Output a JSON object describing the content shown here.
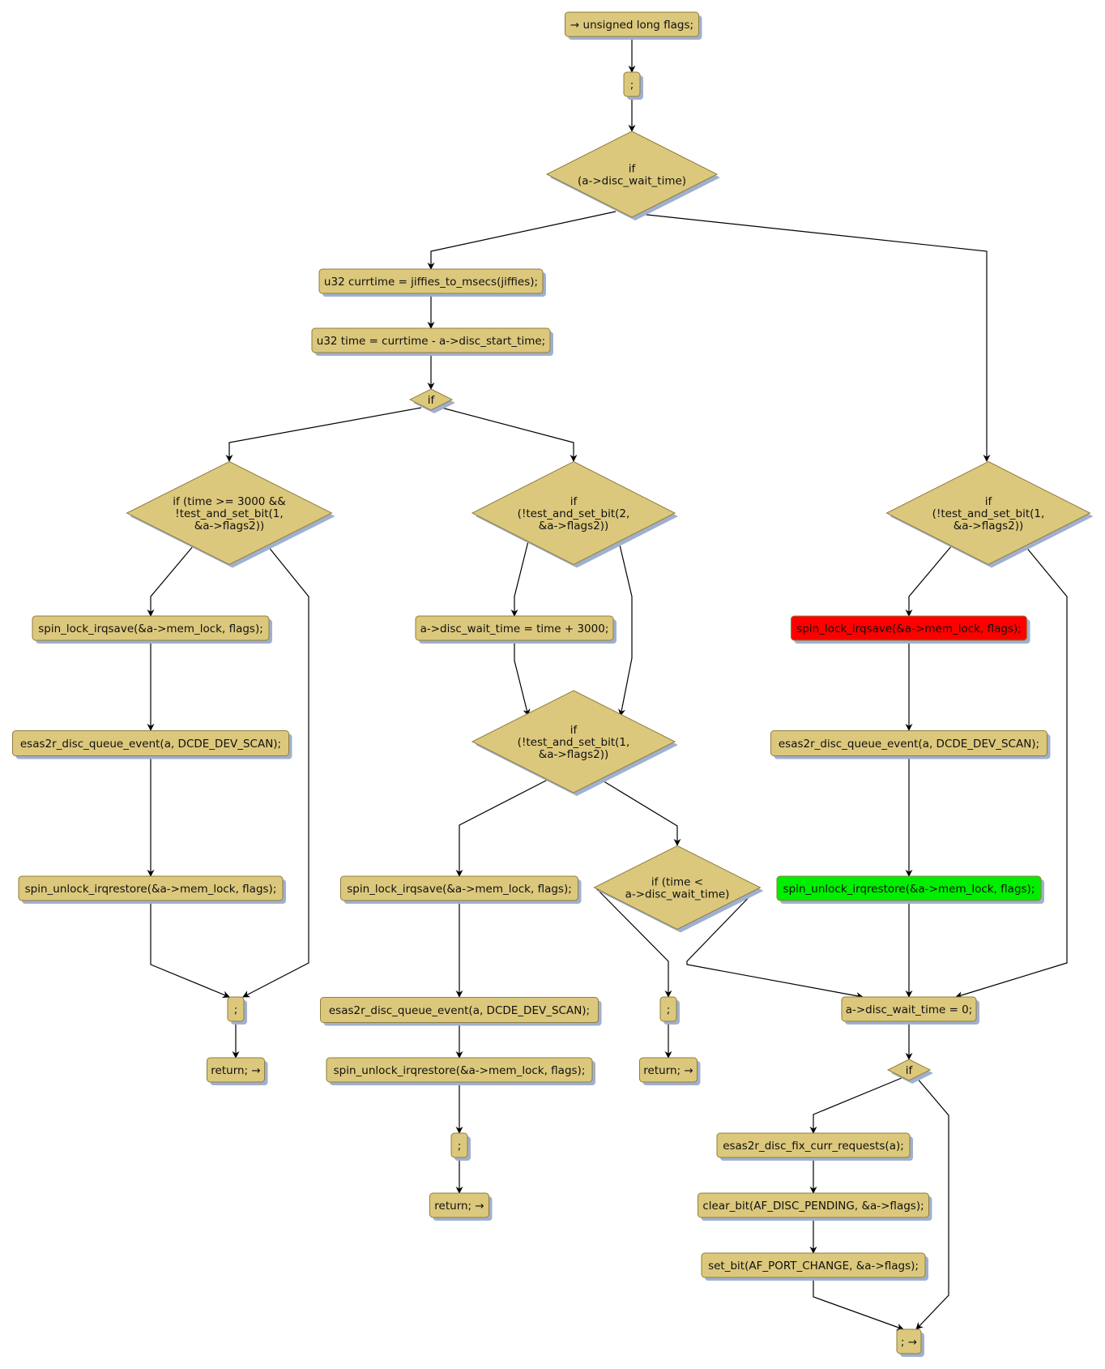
{
  "colors": {
    "node_fill": "#dcc87c",
    "highlight_red": "#ff0000",
    "highlight_green": "#00ee00",
    "edge": "#000000"
  },
  "nodes": [
    {
      "id": "n_flags",
      "kind": "box",
      "lines": [
        "→ unsigned long flags;"
      ]
    },
    {
      "id": "n_semi_top",
      "kind": "box",
      "lines": [
        ";"
      ]
    },
    {
      "id": "n_if_wait",
      "kind": "diamond",
      "lines": [
        "if",
        "(a->disc_wait_time)"
      ]
    },
    {
      "id": "n_currtime",
      "kind": "box",
      "lines": [
        "u32 currtime = jiffies_to_msecs(jiffies);"
      ]
    },
    {
      "id": "n_time",
      "kind": "box",
      "lines": [
        "u32 time = currtime - a->disc_start_time;"
      ]
    },
    {
      "id": "n_if_small",
      "kind": "diamond",
      "lines": [
        "if"
      ]
    },
    {
      "id": "n_if_3000",
      "kind": "diamond",
      "lines": [
        "if (time >= 3000 &&",
        "!test_and_set_bit(1,",
        "&a->flags2))"
      ]
    },
    {
      "id": "n_if_bit2",
      "kind": "diamond",
      "lines": [
        "if",
        "(!test_and_set_bit(2,",
        "&a->flags2))"
      ]
    },
    {
      "id": "n_if_bit1_right",
      "kind": "diamond",
      "lines": [
        "if",
        "(!test_and_set_bit(1,",
        "&a->flags2))"
      ]
    },
    {
      "id": "n_lock_left",
      "kind": "box",
      "lines": [
        "spin_lock_irqsave(&a->mem_lock, flags);"
      ]
    },
    {
      "id": "n_wait3000",
      "kind": "box",
      "lines": [
        "a->disc_wait_time = time + 3000;"
      ]
    },
    {
      "id": "n_lock_right",
      "kind": "box",
      "highlight": "red",
      "lines": [
        "spin_lock_irqsave(&a->mem_lock, flags);"
      ]
    },
    {
      "id": "n_queue_left",
      "kind": "box",
      "lines": [
        "esas2r_disc_queue_event(a, DCDE_DEV_SCAN);"
      ]
    },
    {
      "id": "n_if_bit1_mid",
      "kind": "diamond",
      "lines": [
        "if",
        "(!test_and_set_bit(1,",
        "&a->flags2))"
      ]
    },
    {
      "id": "n_queue_right",
      "kind": "box",
      "lines": [
        "esas2r_disc_queue_event(a, DCDE_DEV_SCAN);"
      ]
    },
    {
      "id": "n_unlock_left",
      "kind": "box",
      "lines": [
        "spin_unlock_irqrestore(&a->mem_lock, flags);"
      ]
    },
    {
      "id": "n_lock_mid",
      "kind": "box",
      "lines": [
        "spin_lock_irqsave(&a->mem_lock, flags);"
      ]
    },
    {
      "id": "n_if_time_lt",
      "kind": "diamond",
      "lines": [
        "if (time <",
        "a->disc_wait_time)"
      ]
    },
    {
      "id": "n_unlock_right",
      "kind": "box",
      "highlight": "green",
      "lines": [
        "spin_unlock_irqrestore(&a->mem_lock, flags);"
      ]
    },
    {
      "id": "n_semi_left",
      "kind": "box",
      "lines": [
        ";"
      ]
    },
    {
      "id": "n_queue_mid",
      "kind": "box",
      "lines": [
        "esas2r_disc_queue_event(a, DCDE_DEV_SCAN);"
      ]
    },
    {
      "id": "n_semi_tlt",
      "kind": "box",
      "lines": [
        ";"
      ]
    },
    {
      "id": "n_wait0",
      "kind": "box",
      "lines": [
        "a->disc_wait_time = 0;"
      ]
    },
    {
      "id": "n_return_left",
      "kind": "box",
      "lines": [
        "return; →"
      ]
    },
    {
      "id": "n_unlock_mid",
      "kind": "box",
      "lines": [
        "spin_unlock_irqrestore(&a->mem_lock, flags);"
      ]
    },
    {
      "id": "n_return_tlt",
      "kind": "box",
      "lines": [
        "return; →"
      ]
    },
    {
      "id": "n_if_final",
      "kind": "diamond",
      "lines": [
        "if"
      ]
    },
    {
      "id": "n_semi_mid",
      "kind": "box",
      "lines": [
        ";"
      ]
    },
    {
      "id": "n_fix_curr",
      "kind": "box",
      "lines": [
        "esas2r_disc_fix_curr_requests(a);"
      ]
    },
    {
      "id": "n_return_mid",
      "kind": "box",
      "lines": [
        "return; →"
      ]
    },
    {
      "id": "n_clear_bit",
      "kind": "box",
      "lines": [
        "clear_bit(AF_DISC_PENDING, &a->flags);"
      ]
    },
    {
      "id": "n_set_bit",
      "kind": "box",
      "lines": [
        "set_bit(AF_PORT_CHANGE, &a->flags);"
      ]
    },
    {
      "id": "n_end",
      "kind": "box",
      "lines": [
        "; →"
      ]
    }
  ],
  "edges": [
    {
      "from": "n_flags",
      "to": "n_semi_top"
    },
    {
      "from": "n_semi_top",
      "to": "n_if_wait"
    },
    {
      "from": "n_if_wait",
      "to": "n_currtime"
    },
    {
      "from": "n_if_wait",
      "to": "n_if_bit1_right"
    },
    {
      "from": "n_currtime",
      "to": "n_time"
    },
    {
      "from": "n_time",
      "to": "n_if_small"
    },
    {
      "from": "n_if_small",
      "to": "n_if_3000"
    },
    {
      "from": "n_if_small",
      "to": "n_if_bit2"
    },
    {
      "from": "n_if_3000",
      "to": "n_lock_left"
    },
    {
      "from": "n_if_3000",
      "to": "n_semi_left"
    },
    {
      "from": "n_lock_left",
      "to": "n_queue_left"
    },
    {
      "from": "n_queue_left",
      "to": "n_unlock_left"
    },
    {
      "from": "n_unlock_left",
      "to": "n_semi_left"
    },
    {
      "from": "n_semi_left",
      "to": "n_return_left"
    },
    {
      "from": "n_if_bit2",
      "to": "n_wait3000"
    },
    {
      "from": "n_if_bit2",
      "to": "n_if_bit1_mid"
    },
    {
      "from": "n_wait3000",
      "to": "n_if_bit1_mid"
    },
    {
      "from": "n_if_bit1_mid",
      "to": "n_lock_mid"
    },
    {
      "from": "n_if_bit1_mid",
      "to": "n_if_time_lt"
    },
    {
      "from": "n_lock_mid",
      "to": "n_queue_mid"
    },
    {
      "from": "n_queue_mid",
      "to": "n_unlock_mid"
    },
    {
      "from": "n_unlock_mid",
      "to": "n_semi_mid"
    },
    {
      "from": "n_semi_mid",
      "to": "n_return_mid"
    },
    {
      "from": "n_if_time_lt",
      "to": "n_semi_tlt"
    },
    {
      "from": "n_if_time_lt",
      "to": "n_wait0"
    },
    {
      "from": "n_semi_tlt",
      "to": "n_return_tlt"
    },
    {
      "from": "n_if_bit1_right",
      "to": "n_lock_right"
    },
    {
      "from": "n_if_bit1_right",
      "to": "n_wait0"
    },
    {
      "from": "n_lock_right",
      "to": "n_queue_right"
    },
    {
      "from": "n_queue_right",
      "to": "n_unlock_right"
    },
    {
      "from": "n_unlock_right",
      "to": "n_wait0"
    },
    {
      "from": "n_wait0",
      "to": "n_if_final"
    },
    {
      "from": "n_if_final",
      "to": "n_fix_curr"
    },
    {
      "from": "n_if_final",
      "to": "n_end"
    },
    {
      "from": "n_fix_curr",
      "to": "n_clear_bit"
    },
    {
      "from": "n_clear_bit",
      "to": "n_set_bit"
    },
    {
      "from": "n_set_bit",
      "to": "n_end"
    }
  ]
}
